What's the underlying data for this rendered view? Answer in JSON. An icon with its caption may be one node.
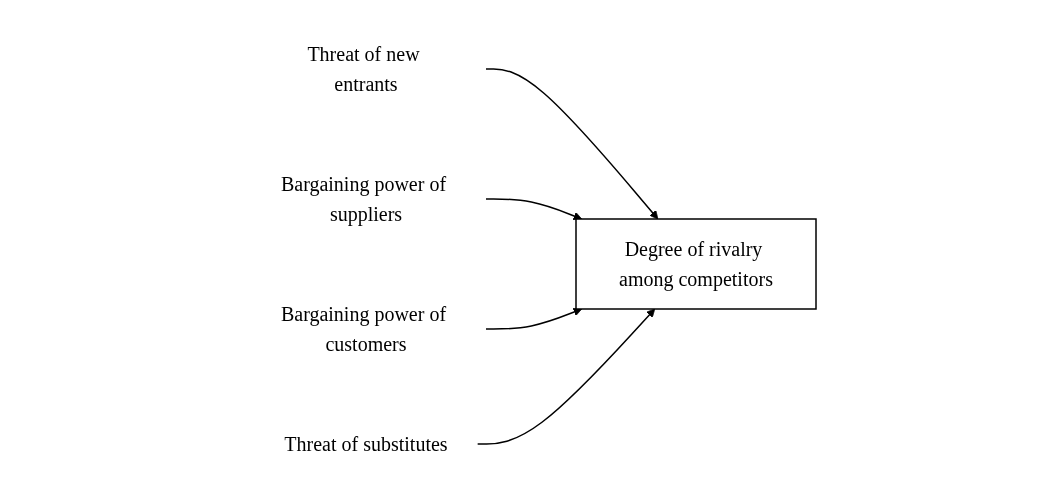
{
  "diagram": {
    "nodes": [
      {
        "text": [
          "Threat of new entrants"
        ]
      },
      {
        "text": [
          "Bargaining power of suppliers"
        ]
      },
      {
        "text": [
          "Degree of rivalry among competitors"
        ]
      },
      {
        "text": [
          "Bargaining power of customers"
        ]
      },
      {
        "text": [
          "Threat of substitutes"
        ]
      }
    ],
    "edges": [
      {
        "from": 0,
        "to": 2,
        "arrow": "to"
      },
      {
        "from": 1,
        "to": 2,
        "arrow": "to"
      },
      {
        "from": 3,
        "to": 2,
        "arrow": "to"
      },
      {
        "from": 4,
        "to": 2,
        "arrow": "to"
      }
    ]
  }
}
